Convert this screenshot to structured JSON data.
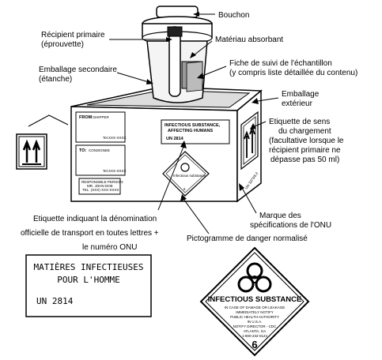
{
  "callouts": {
    "bouchon": "Bouchon",
    "recipient_l1": "Récipient primaire",
    "recipient_l2": "(éprouvette)",
    "materiau": "Matériau absorbant",
    "emballage_sec_l1": "Emballage secondaire",
    "emballage_sec_l2": "(étanche)",
    "fiche_l1": "Fiche de suivi de l'échantillon",
    "fiche_l2": "(y compris liste détaillée du contenu)",
    "emballage_ext_l1": "Emballage",
    "emballage_ext_l2": "extérieur",
    "etiq_sens_l1": "Etiquette de sens",
    "etiq_sens_l2": "du chargement",
    "etiq_sens_l3": "(facultative lorsque le",
    "etiq_sens_l4": "récipient primaire ne",
    "etiq_sens_l5": "dépasse pas 50 ml)",
    "marque_l1": "Marque des",
    "marque_l2": "spécifications de l'ONU",
    "etiq_denom_l1": "Etiquette indiquant la dénomination",
    "etiq_denom_l2": "officielle de transport en toutes lettres +",
    "etiq_denom_l3": "le numéro ONU",
    "pictogramme": "Pictogramme de danger normalisé"
  },
  "box_labels": {
    "from": "FROM:",
    "shipper": "SHIPPER",
    "tel1": "Tel.XXX-XXXX",
    "to": "TO:",
    "consignee": "CONSIGNEE",
    "tel2": "Tel.XXX-XXXX",
    "resp_l1": "RESPONSIBLE PERSON:",
    "resp_l2": "MR. JOHN DOE",
    "resp_l3": "TEL. (XXX) XXX-XXXX",
    "inf_l1": "INFECTIOUS SUBSTANCE,",
    "inf_l2": "AFFECTING HUMANS",
    "inf_un": "UN 2814",
    "spec_mark": "UN 3373/6.2"
  },
  "fr_label": {
    "line1": "MATIÈRES INFECTIEUSES",
    "line2": "POUR L'HOMME",
    "un": "UN 2814"
  },
  "hazard": {
    "title": "INFECTIOUS SUBSTANCE",
    "l1": "IN CASE OF DAMAGE OR LEAKAGE",
    "l2": "IMMEDIATELY NOTIFY",
    "l3": "PUBLIC HEALTH AUTHORITY",
    "l4": "IN U.S.A.",
    "l5": "NOTIFY DIRECTOR - CDC",
    "l6": "ATLANTA, GA",
    "l7": "1-800-232-0124",
    "cls": "6"
  },
  "small_hazard": {
    "title": "Infectious substance",
    "cls": "6"
  }
}
